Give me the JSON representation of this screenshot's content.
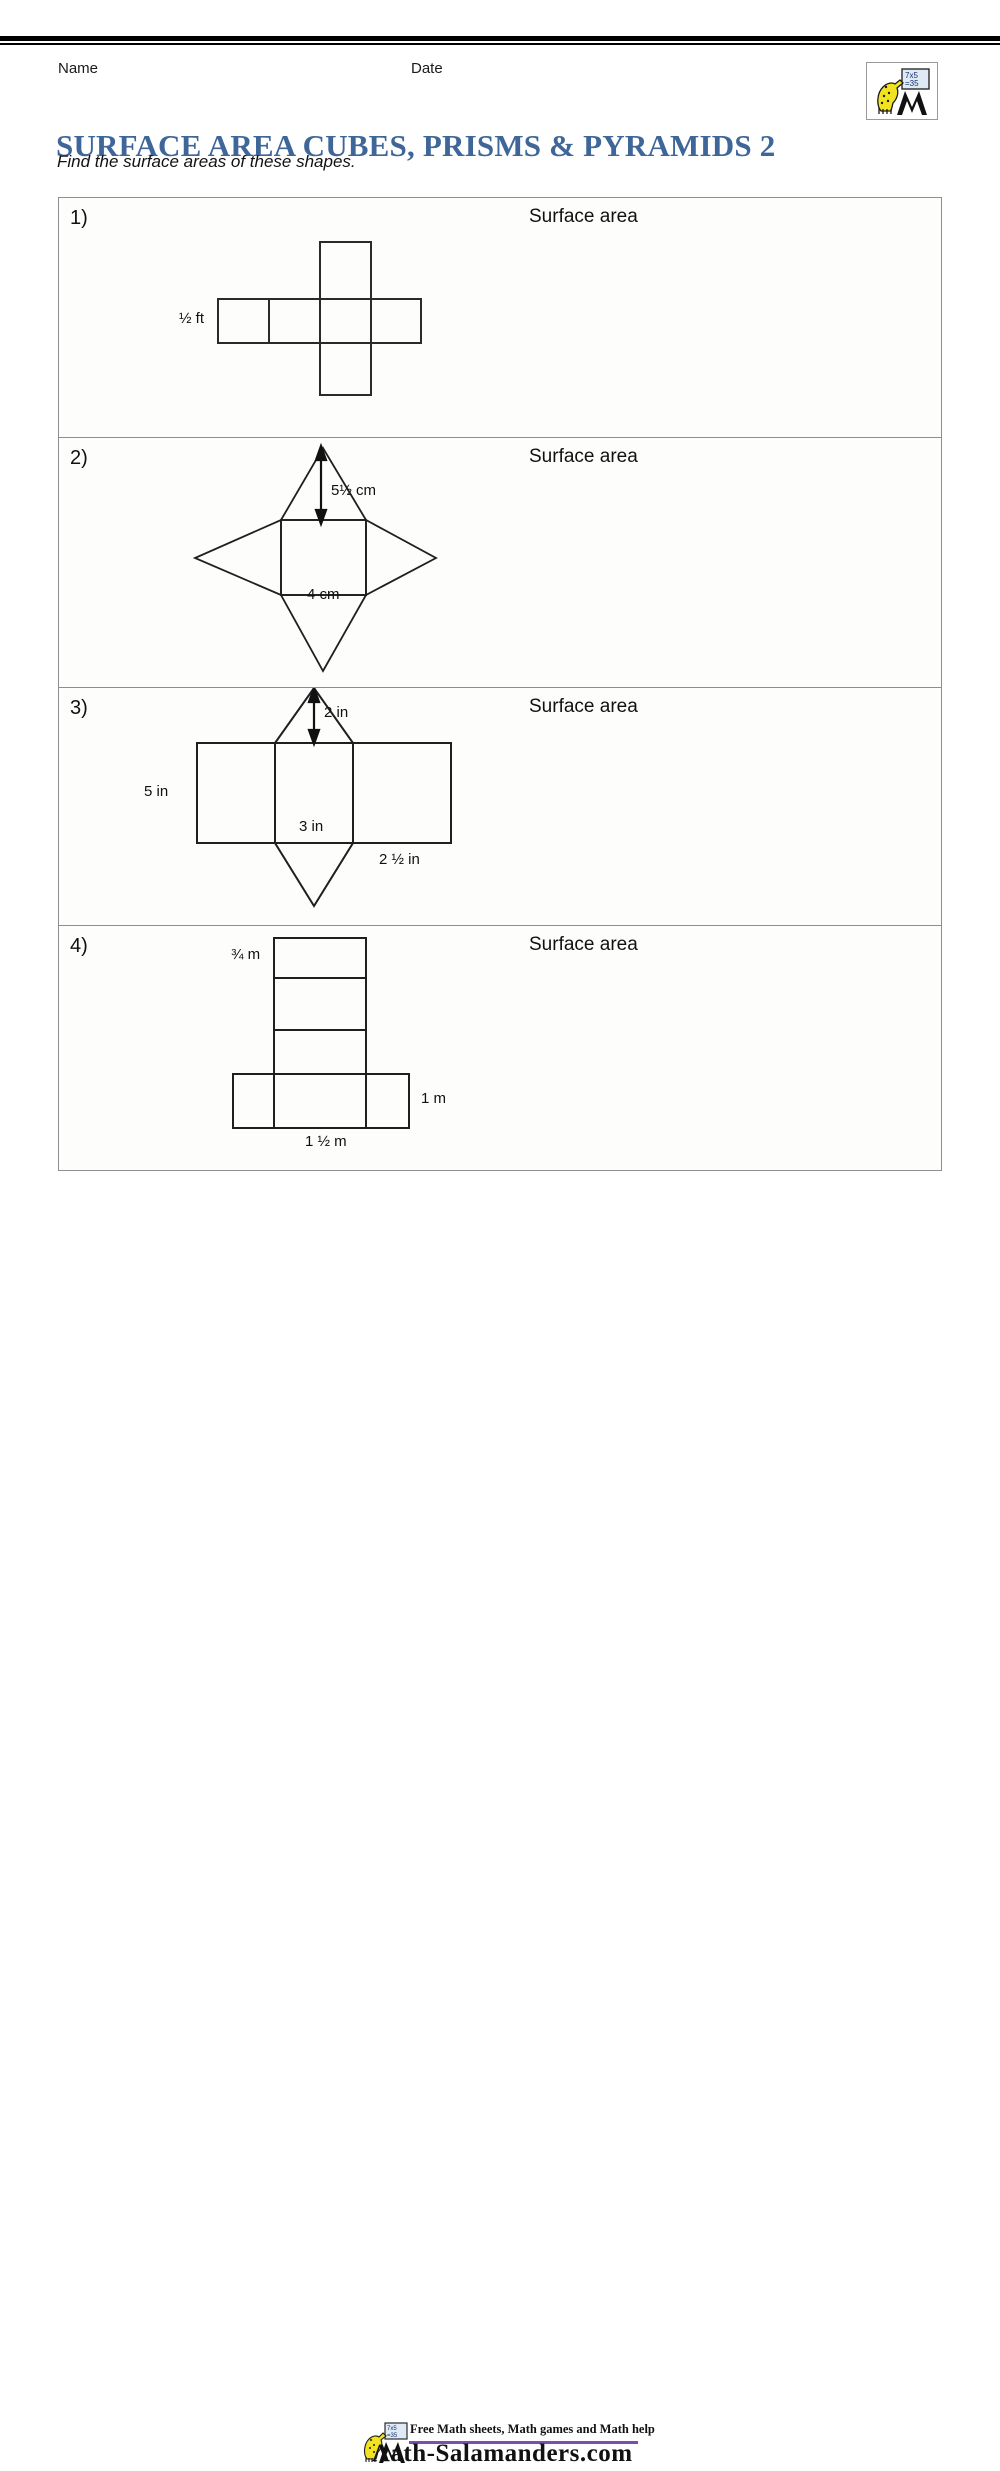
{
  "header": {
    "name_label": "Name",
    "date_label": "Date",
    "title": "SURFACE AREA CUBES, PRISMS & PYRAMIDS 2",
    "instruction": "Find the surface areas of these shapes.",
    "title_color": "#3f6699",
    "logo": {
      "icon": "math-salamander-logo",
      "board_line1": "7x5",
      "board_line2": "=35"
    }
  },
  "problems": [
    {
      "number": "1)",
      "answer_label": "Surface area",
      "figure": "cube-net",
      "labels": [
        {
          "text": "½ ft",
          "name": "dimension-label-half-ft"
        }
      ]
    },
    {
      "number": "2)",
      "answer_label": "Surface area",
      "figure": "square-pyramid-net",
      "labels": [
        {
          "text": "5½ cm",
          "name": "dimension-label-slant-height"
        },
        {
          "text": "4 cm",
          "name": "dimension-label-base"
        }
      ]
    },
    {
      "number": "3)",
      "answer_label": "Surface area",
      "figure": "triangular-prism-net",
      "labels": [
        {
          "text": "2 in",
          "name": "dimension-label-triangle-height"
        },
        {
          "text": "5 in",
          "name": "dimension-label-prism-length"
        },
        {
          "text": "3 in",
          "name": "dimension-label-base-width"
        },
        {
          "text": "2 ½ in",
          "name": "dimension-label-slant-side"
        }
      ]
    },
    {
      "number": "4)",
      "answer_label": "Surface area",
      "figure": "rectangular-prism-net",
      "labels": [
        {
          "text": "¾ m",
          "name": "dimension-label-depth"
        },
        {
          "text": "1 m",
          "name": "dimension-label-height"
        },
        {
          "text": "1 ½ m",
          "name": "dimension-label-width"
        }
      ]
    }
  ],
  "footer": {
    "tagline": "Free Math sheets, Math games and Math help",
    "site": "Λath-Salamanders.com",
    "rule_color": "#7b4fb0",
    "logo": {
      "icon": "math-salamander-logo"
    }
  }
}
